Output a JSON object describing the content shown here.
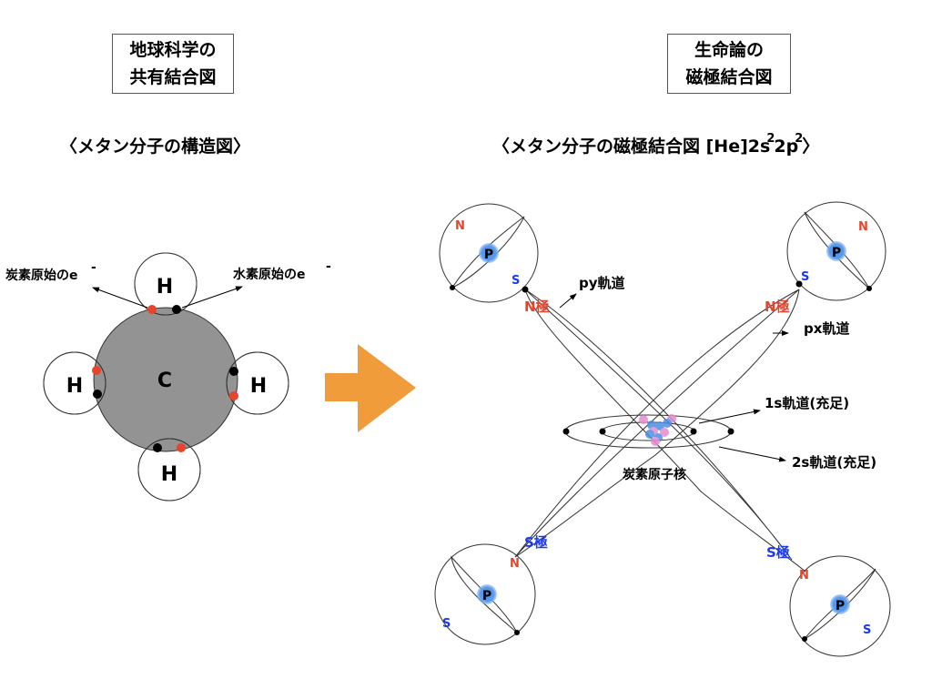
{
  "left_panel": {
    "title_line1": "地球科学の",
    "title_line2": "共有結合図",
    "subtitle": "〈メタン分子の構造図〉",
    "carbon_label": "C",
    "hydrogen_label": "H",
    "carbon_electron_label": "炭素原始のe",
    "hydrogen_electron_label": "水素原始のe",
    "electron_charge": "-"
  },
  "right_panel": {
    "title_line1": "生命論の",
    "title_line2": "磁極結合図",
    "subtitle_main": "〈メタン分子の磁極結合図 [He]2s",
    "subtitle_sup1": "2",
    "subtitle_mid": "2p",
    "subtitle_sup2": "2",
    "subtitle_end": "〉",
    "proton_label": "P",
    "n_label": "N",
    "s_label": "S",
    "n_pole_label": "N極",
    "s_pole_label": "S極",
    "py_orbital_label": "py軌道",
    "px_orbital_label": "px軌道",
    "orbital_1s_label": "1s軌道(充足)",
    "orbital_2s_label": "2s軌道(充足)",
    "nucleus_label": "炭素原子核"
  },
  "colors": {
    "carbon_fill": "#939393",
    "carbon_electron": "#e8432b",
    "hydrogen_electron": "#000000",
    "arrow": "#f09c3a",
    "n_color": "#e8432b",
    "s_color": "#1a3bf0",
    "proton": "#4a8fe6",
    "neutron_pink": "#e58ad0"
  }
}
